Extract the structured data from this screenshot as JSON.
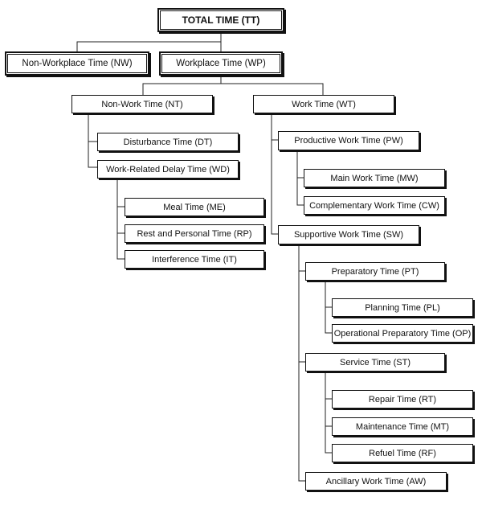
{
  "nodes": {
    "tt": "TOTAL TIME (TT)",
    "nw": "Non-Workplace Time (NW)",
    "wp": "Workplace Time (WP)",
    "nt": "Non-Work Time (NT)",
    "wt": "Work Time (WT)",
    "dt": "Disturbance Time (DT)",
    "wd": "Work-Related Delay Time (WD)",
    "me": "Meal Time (ME)",
    "rp": "Rest and Personal Time (RP)",
    "it": "Interference Time (IT)",
    "pw": "Productive Work Time (PW)",
    "mw": "Main Work Time (MW)",
    "cw": "Complementary Work Time (CW)",
    "sw": "Supportive Work Time (SW)",
    "pt": "Preparatory Time (PT)",
    "pl": "Planning Time (PL)",
    "op": "Operational Preparatory Time (OP)",
    "st": "Service Time (ST)",
    "rt": "Repair Time (RT)",
    "mt": "Maintenance Time (MT)",
    "rf": "Refuel Time (RF)",
    "aw": "Ancillary Work Time (AW)"
  }
}
